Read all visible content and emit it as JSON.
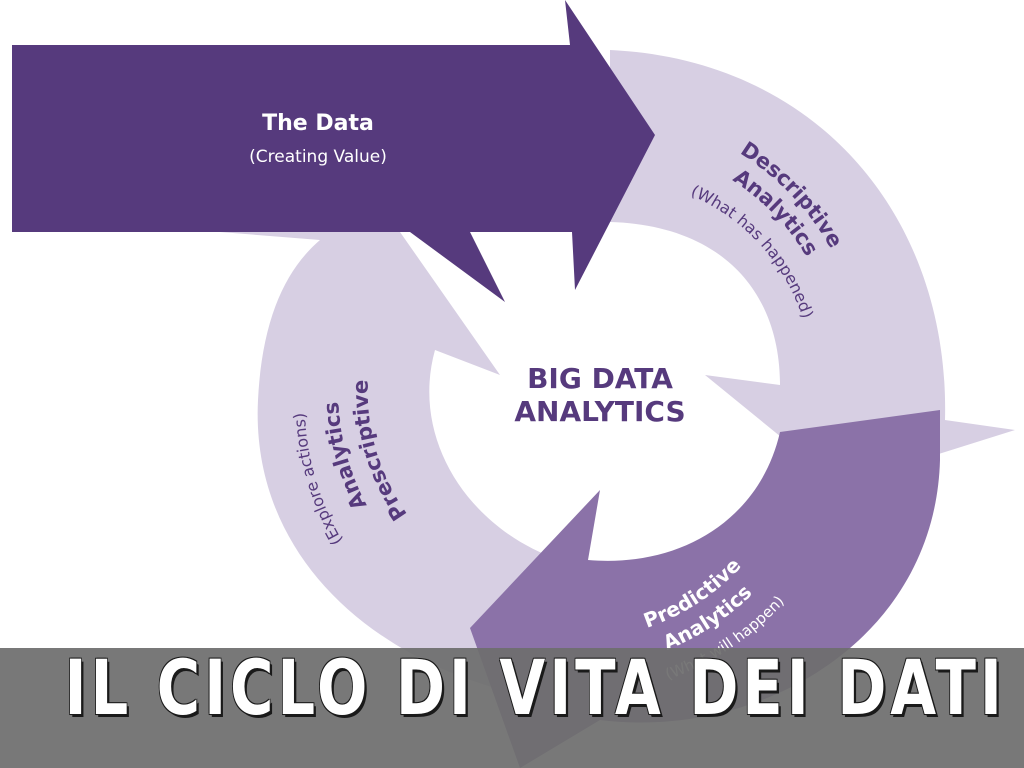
{
  "diagram": {
    "center": {
      "line1": "BIG DATA",
      "line2": "ANALYTICS"
    },
    "data_arrow": {
      "title": "The Data",
      "subtitle": "(Creating Value)"
    },
    "descriptive": {
      "line1": "Descriptive",
      "line2": "Analytics",
      "subtitle": "(What has happened)"
    },
    "predictive": {
      "line1": "Predictive",
      "line2": "Analytics",
      "subtitle": "(What will happen)"
    },
    "prescriptive": {
      "line1": "Prescriptive",
      "line2": "Analytics",
      "subtitle": "(Explore actions)"
    }
  },
  "banner": {
    "title": "IL CICLO DI VITA DEI DATI"
  },
  "colors": {
    "dark_purple": "#563a7d",
    "mid_purple": "#8b72a8",
    "light_purple": "#d7cfe3",
    "center_text": "#563a7d",
    "banner_bg": "#6e6e6e"
  }
}
